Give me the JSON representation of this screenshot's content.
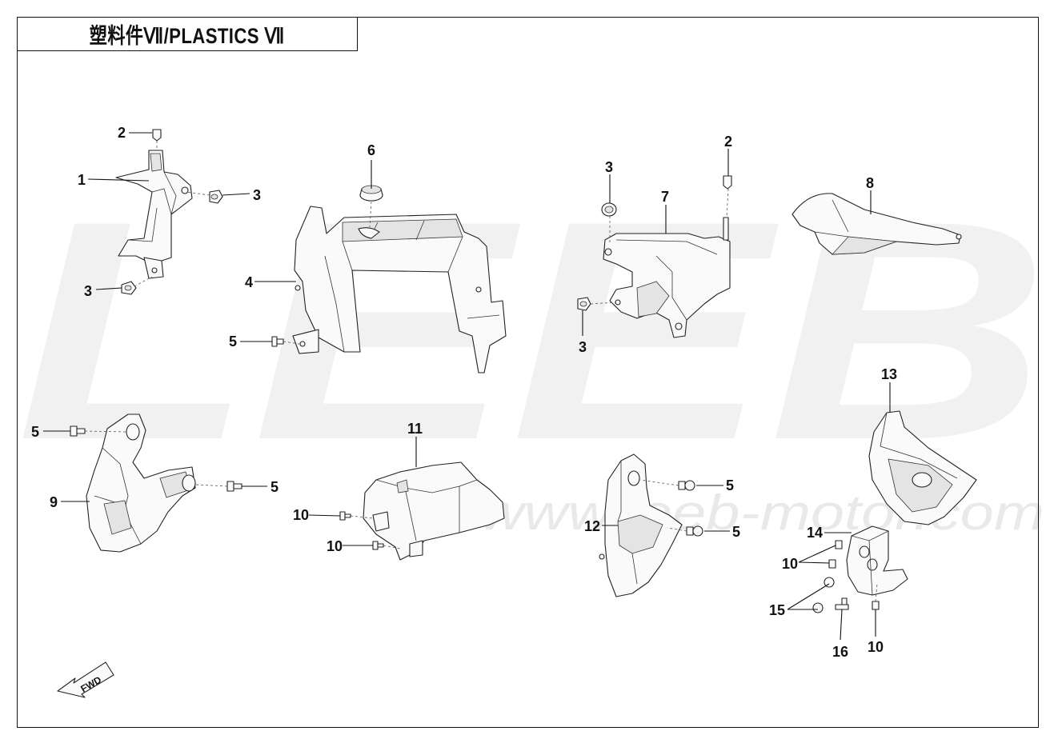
{
  "title": "塑料件Ⅶ/PLASTICS Ⅶ",
  "watermark": {
    "logo": "LEEB",
    "url": "www.leeb-motor.com"
  },
  "fwd_label": "FWD",
  "callouts": [
    {
      "id": "c1",
      "label": "1"
    },
    {
      "id": "c2a",
      "label": "2"
    },
    {
      "id": "c3a",
      "label": "3"
    },
    {
      "id": "c3b",
      "label": "3"
    },
    {
      "id": "c4",
      "label": "4"
    },
    {
      "id": "c5a",
      "label": "5"
    },
    {
      "id": "c6",
      "label": "6"
    },
    {
      "id": "c3c",
      "label": "3"
    },
    {
      "id": "c2b",
      "label": "2"
    },
    {
      "id": "c7",
      "label": "7"
    },
    {
      "id": "c3d",
      "label": "3"
    },
    {
      "id": "c8",
      "label": "8"
    },
    {
      "id": "c13",
      "label": "13"
    },
    {
      "id": "c5b",
      "label": "5"
    },
    {
      "id": "c5c",
      "label": "5"
    },
    {
      "id": "c9",
      "label": "9"
    },
    {
      "id": "c11",
      "label": "11"
    },
    {
      "id": "c10a",
      "label": "10"
    },
    {
      "id": "c10b",
      "label": "10"
    },
    {
      "id": "c5d",
      "label": "5"
    },
    {
      "id": "c5e",
      "label": "5"
    },
    {
      "id": "c12",
      "label": "12"
    },
    {
      "id": "c14",
      "label": "14"
    },
    {
      "id": "c10c",
      "label": "10"
    },
    {
      "id": "c15",
      "label": "15"
    },
    {
      "id": "c16",
      "label": "16"
    },
    {
      "id": "c10d",
      "label": "10"
    }
  ]
}
